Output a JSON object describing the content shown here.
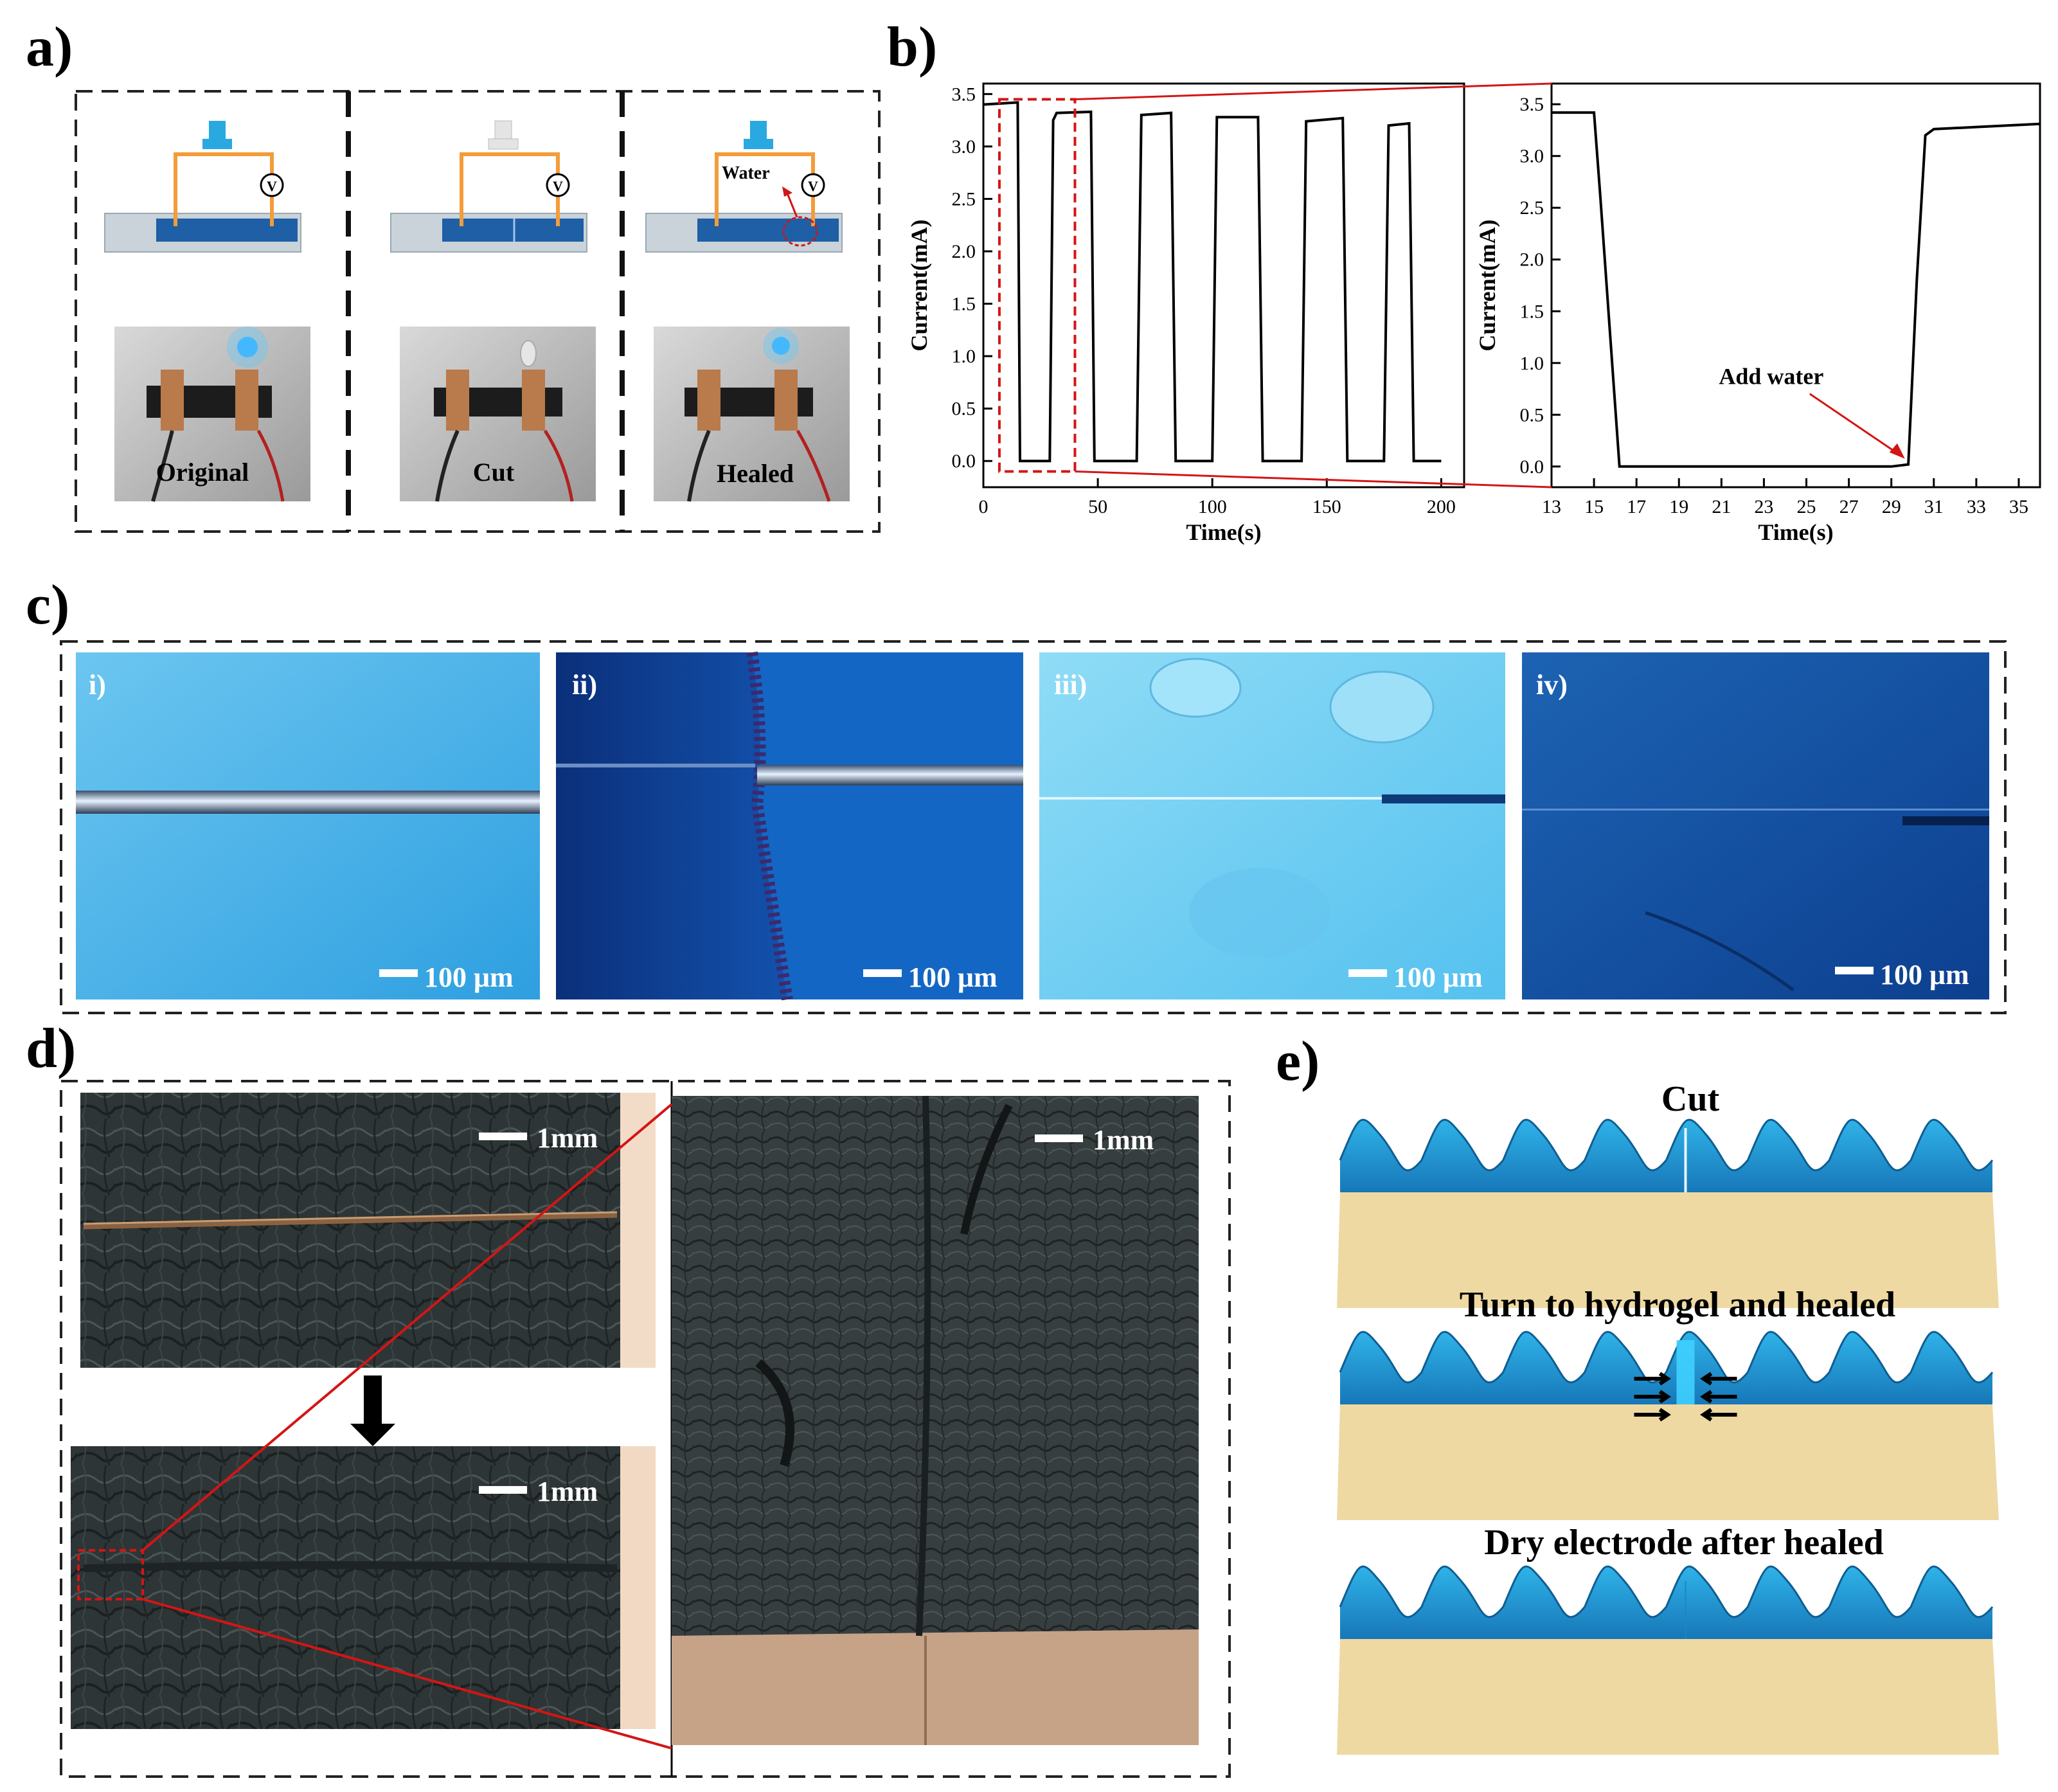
{
  "panels": {
    "a": "a)",
    "b": "b)",
    "c": "c)",
    "d": "d)",
    "e": "e)"
  },
  "panel_a": {
    "photo_labels": [
      "Original",
      "Cut",
      "Healed"
    ],
    "water_label": "Water",
    "voltmeter_symbol": "V",
    "colors": {
      "wire": "#f39c3a",
      "electrode": "#1f5fa5",
      "led": "#2aa8e0",
      "substrate": "#c9d3d9"
    }
  },
  "panel_c": {
    "image_labels": [
      "i)",
      "ii)",
      "iii)",
      "iv)"
    ],
    "scale_bar": "100 μm"
  },
  "panel_d": {
    "scale_bar": "1mm"
  },
  "panel_e": {
    "labels": [
      "Cut",
      "Turn to hydrogel and healed",
      "Dry electrode after healed"
    ],
    "colors": {
      "top": "#1f9bd7",
      "base": "#eed9a3"
    }
  },
  "chart_data": [
    {
      "type": "line",
      "title": "",
      "xlabel": "Time(s)",
      "ylabel": "Current(mA)",
      "xlim": [
        0,
        210
      ],
      "ylim": [
        -0.25,
        3.6
      ],
      "xticks": [
        0,
        50,
        100,
        150,
        200
      ],
      "yticks": [
        0.0,
        0.5,
        1.0,
        1.5,
        2.0,
        2.5,
        3.0,
        3.5
      ],
      "series": [
        {
          "x": [
            0,
            15,
            16,
            29,
            30.5,
            32,
            47,
            48.5,
            67,
            69,
            82,
            84,
            100,
            102,
            120,
            122,
            139,
            141,
            157,
            159,
            175,
            177,
            186,
            188,
            200
          ],
          "y": [
            3.4,
            3.42,
            0.0,
            0.0,
            3.25,
            3.32,
            3.33,
            0.0,
            0.0,
            3.3,
            3.32,
            0.0,
            0.0,
            3.28,
            3.28,
            0.0,
            0.0,
            3.24,
            3.27,
            0.0,
            0.0,
            3.2,
            3.22,
            0.0,
            0.0
          ]
        }
      ],
      "zoom_box": {
        "x": [
          7,
          40
        ],
        "y": [
          -0.1,
          3.45
        ]
      }
    },
    {
      "type": "line",
      "title": "",
      "xlabel": "Time(s)",
      "ylabel": "Current(mA)",
      "xlim": [
        13,
        36
      ],
      "ylim": [
        -0.2,
        3.7
      ],
      "xticks": [
        13,
        15,
        17,
        19,
        21,
        23,
        25,
        27,
        29,
        31,
        33,
        35
      ],
      "yticks": [
        0.0,
        0.5,
        1.0,
        1.5,
        2.0,
        2.5,
        3.0,
        3.5
      ],
      "series": [
        {
          "x": [
            13,
            15,
            15.3,
            16.2,
            29,
            29.8,
            30.2,
            30.6,
            31,
            33,
            36
          ],
          "y": [
            3.42,
            3.42,
            2.6,
            0.0,
            0.0,
            0.02,
            1.8,
            3.2,
            3.26,
            3.28,
            3.31
          ]
        }
      ],
      "annotations": [
        {
          "text": "Add water",
          "x": 29.7,
          "y": 0.05
        }
      ]
    }
  ]
}
